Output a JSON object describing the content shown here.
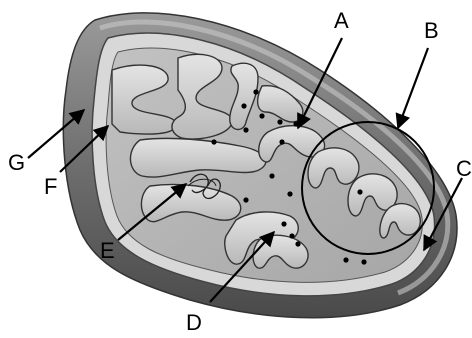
{
  "labels": {
    "a": "A",
    "b": "B",
    "c": "C",
    "d": "D",
    "e": "E",
    "f": "F",
    "g": "G"
  },
  "colors": {
    "background": "#ffffff",
    "outer_membrane_dark": "#5a5a5a",
    "outer_membrane_light": "#a8a8a8",
    "membrane_wall": "#cfcfcf",
    "matrix_floor": "#b5b5b5",
    "ink": "#000000"
  },
  "icons": [
    "arrow-icon",
    "ribosome-dot-icon",
    "dna-strand-icon",
    "highlight-circle-icon"
  ]
}
